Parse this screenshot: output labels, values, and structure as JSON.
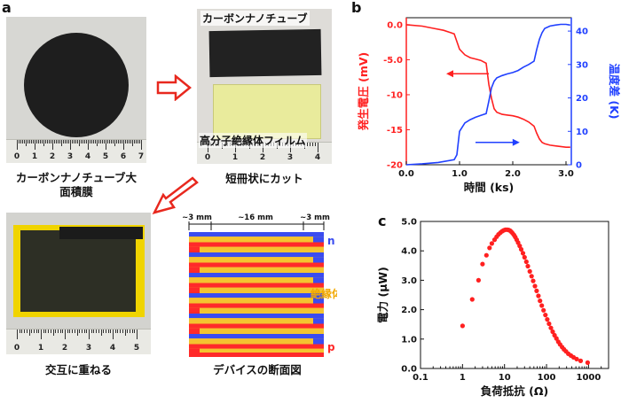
{
  "panels": {
    "a": {
      "letter": "a",
      "captions": {
        "film": "カーボンナノチューブ大",
        "film2": "面積膜",
        "cut": "短冊状にカット",
        "stack": "交互に重ねる",
        "section": "デバイスの断面図"
      },
      "labels": {
        "cnt": "カーボンナノチューブ",
        "polymer": "高分子絶縁体フィルム",
        "insulator": "絶縁体",
        "n": "n",
        "p": "p",
        "dim_left": "~3 mm",
        "dim_mid": "~16 mm",
        "dim_right": "~3 mm"
      },
      "ruler_numbers_film": [
        "0",
        "1",
        "2",
        "3",
        "4",
        "5",
        "6",
        "7"
      ],
      "ruler_numbers_strip": [
        "0",
        "1",
        "2",
        "3",
        "4"
      ],
      "ruler_numbers_stack": [
        "0",
        "1",
        "2",
        "3",
        "4",
        "5"
      ]
    },
    "b": {
      "letter": "b"
    },
    "c": {
      "letter": "c"
    }
  },
  "colors": {
    "red": "#ff2020",
    "blue": "#2040ff",
    "yellow": "#f4c430",
    "layer_red": "#ff2a2a",
    "layer_blue": "#3a4cf0",
    "arrow_red": "#e8281e"
  },
  "chart_data": [
    {
      "type": "line",
      "panel": "b",
      "xlabel": "時間 (ks)",
      "ylabel": "発生電圧 (mV)",
      "y2label": "温度差 (K)",
      "xlim": [
        0,
        3.1
      ],
      "ylim": [
        -20,
        1
      ],
      "y2lim": [
        0,
        44
      ],
      "xticks": [
        "0.0",
        "1.0",
        "2.0",
        "3.0"
      ],
      "yticks": [
        "0.0",
        "-5.0",
        "-10",
        "-15",
        "-20"
      ],
      "y2ticks": [
        "0",
        "10",
        "20",
        "30",
        "40"
      ],
      "series": [
        {
          "axis": "left",
          "color": "#ff2020",
          "x": [
            0,
            0.3,
            0.5,
            0.7,
            0.9,
            1.0,
            1.1,
            1.2,
            1.3,
            1.4,
            1.5,
            1.55,
            1.6,
            1.65,
            1.7,
            1.8,
            1.9,
            2.0,
            2.1,
            2.2,
            2.3,
            2.4,
            2.45,
            2.5,
            2.55,
            2.6,
            2.7,
            2.8,
            2.9,
            3.0,
            3.08
          ],
          "y": [
            0,
            -0.2,
            -0.5,
            -0.8,
            -1.3,
            -3.5,
            -4.3,
            -4.7,
            -4.9,
            -5.1,
            -5.5,
            -8.5,
            -10.5,
            -12.0,
            -12.5,
            -12.8,
            -12.9,
            -13.0,
            -13.2,
            -13.5,
            -13.9,
            -14.5,
            -15.5,
            -16.3,
            -16.8,
            -17.0,
            -17.2,
            -17.3,
            -17.4,
            -17.5,
            -17.5
          ]
        },
        {
          "axis": "right",
          "color": "#2040ff",
          "x": [
            0,
            0.3,
            0.6,
            0.9,
            0.95,
            1.0,
            1.1,
            1.2,
            1.3,
            1.4,
            1.5,
            1.55,
            1.6,
            1.65,
            1.7,
            1.8,
            1.9,
            2.0,
            2.1,
            2.2,
            2.3,
            2.4,
            2.45,
            2.5,
            2.55,
            2.6,
            2.7,
            2.8,
            2.9,
            3.0,
            3.08
          ],
          "y": [
            0,
            0.3,
            0.7,
            1.5,
            3.0,
            10.0,
            12.5,
            13.5,
            14.2,
            14.8,
            15.3,
            19.0,
            23.0,
            25.0,
            26.0,
            26.7,
            27.2,
            27.6,
            28.2,
            29.2,
            30.0,
            31.0,
            34.5,
            37.5,
            39.5,
            40.8,
            41.5,
            41.8,
            42.0,
            42.0,
            41.8
          ]
        }
      ],
      "annotations": [
        {
          "type": "arrow",
          "direction": "left",
          "color": "#ff2020"
        },
        {
          "type": "arrow",
          "direction": "right",
          "color": "#2040ff"
        }
      ]
    },
    {
      "type": "scatter",
      "panel": "c",
      "xscale": "log",
      "xlabel": "負荷抵抗 (Ω)",
      "ylabel": "電力 (μW)",
      "xlim": [
        0.1,
        3000
      ],
      "ylim": [
        0,
        5
      ],
      "xticks": [
        "0.1",
        "1",
        "10",
        "100",
        "1000"
      ],
      "yticks": [
        "0.0",
        "1.0",
        "2.0",
        "3.0",
        "4.0",
        "5.0"
      ],
      "color": "#ff2020",
      "x": [
        1.0,
        1.7,
        2.4,
        3.0,
        3.7,
        4.4,
        5.0,
        5.8,
        6.5,
        7.2,
        8.0,
        8.8,
        9.6,
        10.5,
        11.5,
        12.5,
        13.5,
        14.5,
        15.6,
        16.8,
        18.0,
        19.5,
        21.0,
        23.0,
        25.0,
        27.5,
        30.0,
        33.0,
        36.0,
        40.0,
        44.0,
        48.0,
        53.0,
        58.0,
        64.0,
        70.0,
        77.0,
        85.0,
        94.0,
        104,
        115,
        127,
        140,
        155,
        172,
        190,
        210,
        235,
        260,
        290,
        330,
        380,
        440,
        520,
        650,
        950
      ],
      "y": [
        1.45,
        2.35,
        3.0,
        3.55,
        3.85,
        4.1,
        4.25,
        4.38,
        4.48,
        4.56,
        4.62,
        4.67,
        4.7,
        4.72,
        4.72,
        4.71,
        4.69,
        4.65,
        4.6,
        4.54,
        4.47,
        4.38,
        4.28,
        4.17,
        4.05,
        3.92,
        3.78,
        3.63,
        3.48,
        3.3,
        3.14,
        2.98,
        2.8,
        2.64,
        2.47,
        2.3,
        2.14,
        1.98,
        1.82,
        1.67,
        1.52,
        1.38,
        1.25,
        1.13,
        1.02,
        0.91,
        0.82,
        0.73,
        0.65,
        0.58,
        0.5,
        0.44,
        0.38,
        0.32,
        0.26,
        0.2
      ]
    }
  ]
}
